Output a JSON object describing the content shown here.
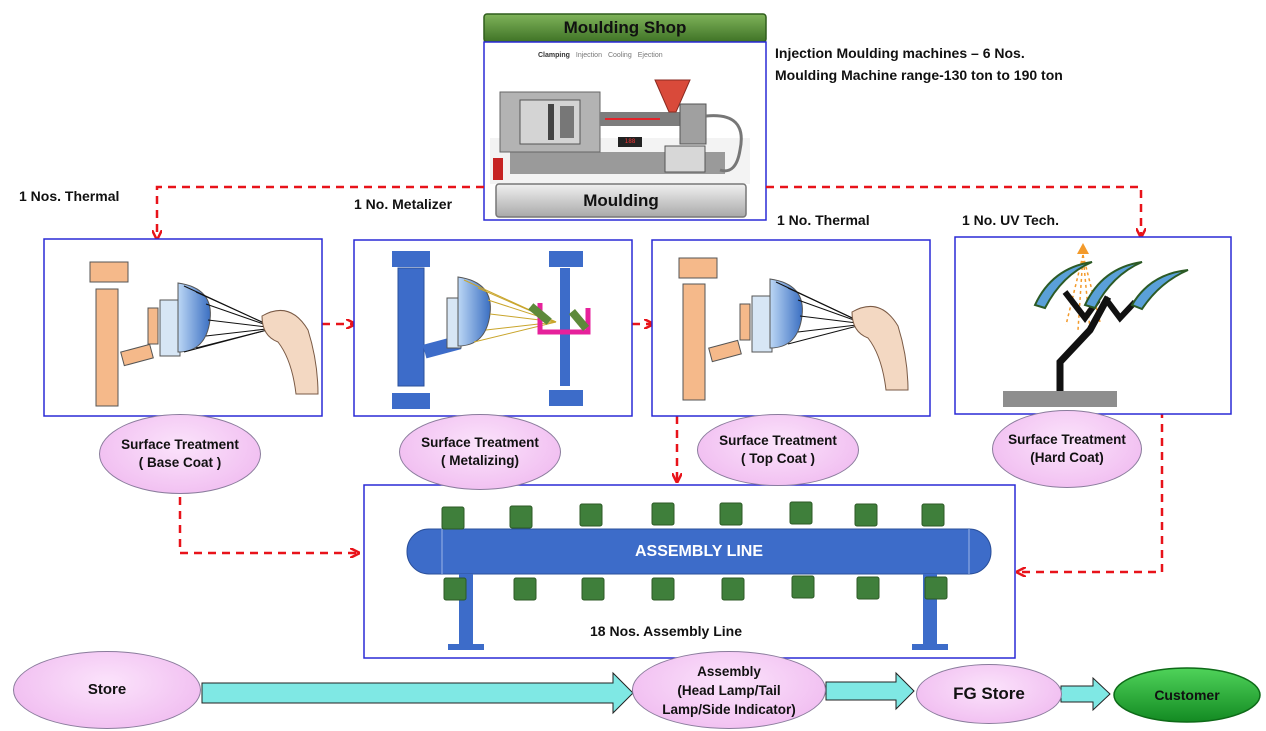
{
  "moulding_shop": {
    "header": "Moulding Shop",
    "footer": "Moulding",
    "tabs": [
      "Clamping",
      "Injection",
      "Cooling",
      "Ejection"
    ],
    "panel_readout": "188"
  },
  "machine_notes": {
    "line1": "Injection Moulding machines – 6 Nos.",
    "line2": "Moulding Machine range-130 ton to 190 ton"
  },
  "capacity_labels": {
    "thermal_1": "1 Nos. Thermal",
    "metalizer": "1 No. Metalizer",
    "thermal_2": "1 No. Thermal",
    "uv": "1 No. UV Tech."
  },
  "stages": [
    {
      "line1": "Surface Treatment",
      "line2": "( Base Coat )"
    },
    {
      "line1": "Surface Treatment",
      "line2": "( Metalizing)"
    },
    {
      "line1": "Surface Treatment",
      "line2": "( Top Coat )"
    },
    {
      "line1": "Surface Treatment",
      "line2": "(Hard Coat)"
    }
  ],
  "assembly": {
    "bar_label": "ASSEMBLY LINE",
    "caption": "18 Nos. Assembly Line"
  },
  "flow": {
    "store": "Store",
    "assembly_line1": "Assembly",
    "assembly_line2": "(Head Lamp/Tail",
    "assembly_line3": "Lamp/Side Indicator)",
    "fg_store": "FG Store",
    "customer": "Customer"
  },
  "colors": {
    "dashed_arrow": "#e8131a",
    "box_border": "#2a2ad6",
    "assembly_bar": "#3d6cc9",
    "station": "#3f7f3b",
    "flow_arrow": "#7fe8e4",
    "customer": "#1c9e2b",
    "header_bar": "#4f8a34"
  }
}
